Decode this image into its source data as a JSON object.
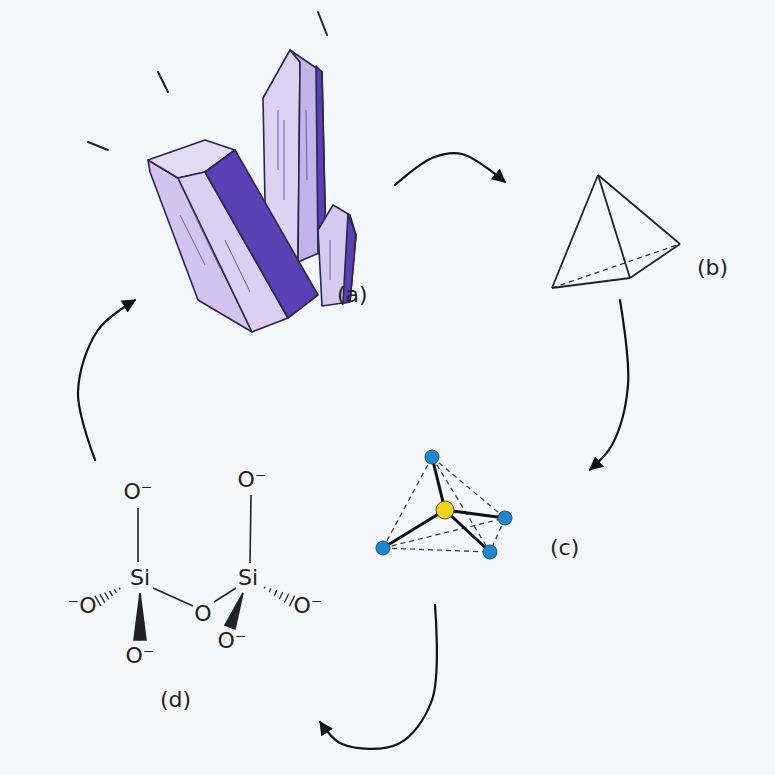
{
  "diagram": {
    "nodes": [
      {
        "text": [
          "(a)"
        ]
      },
      {
        "text": [
          "(b)"
        ]
      },
      {
        "text": [
          "(c)"
        ]
      },
      {
        "text": [
          "(d)"
        ]
      }
    ],
    "edges": [
      {
        "from": 0,
        "to": 1,
        "arrow": "to"
      },
      {
        "from": 1,
        "to": 2,
        "arrow": "to"
      },
      {
        "from": 2,
        "to": 3,
        "arrow": "to"
      },
      {
        "from": 3,
        "to": 0,
        "arrow": "to"
      }
    ],
    "labels": [
      "O⁻",
      "⁻O",
      "Si",
      "O⁻",
      "O",
      "O⁻",
      "Si",
      "O⁻",
      "O⁻"
    ]
  }
}
